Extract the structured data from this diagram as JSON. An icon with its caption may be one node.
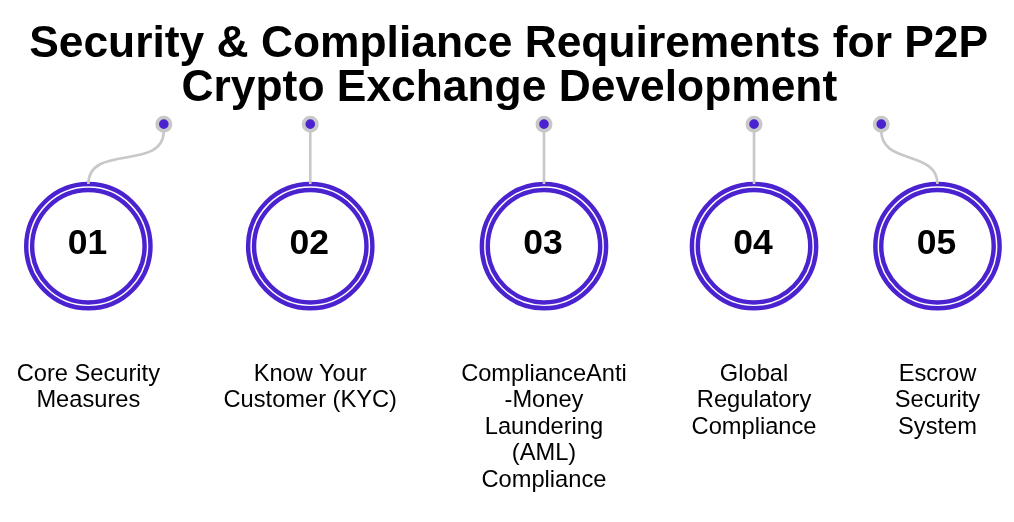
{
  "diagram": {
    "title": "Security & Compliance Requirements for P2P Crypto Exchange Development",
    "nodes": [
      {
        "text": [],
        "shape": "circle"
      },
      {
        "text": [],
        "shape": "circle"
      },
      {
        "text": [],
        "shape": "circle"
      },
      {
        "text": [],
        "shape": "circle"
      },
      {
        "text": [],
        "shape": "circle"
      },
      {
        "text": [
          "01"
        ],
        "beside": [
          "Core Security Measures"
        ]
      },
      {
        "text": [
          "02"
        ],
        "beside": [
          "Know Your Customer (KYC)"
        ]
      },
      {
        "text": [
          "03"
        ],
        "beside": [
          "ComplianceAnti -Money Laundering (AML) Compliance"
        ]
      },
      {
        "text": [
          "04"
        ],
        "beside": [
          "Global Regulatory Compliance"
        ]
      },
      {
        "text": [
          "05"
        ],
        "beside": [
          "Escrow Security System"
        ]
      }
    ],
    "edges": [
      {
        "from": 0,
        "to": 5,
        "arrow": "none"
      },
      {
        "from": 1,
        "to": 6,
        "arrow": "none"
      },
      {
        "from": 2,
        "to": 7,
        "arrow": "none"
      },
      {
        "from": 3,
        "to": 8,
        "arrow": "none"
      },
      {
        "from": 4,
        "to": 9,
        "arrow": "none"
      }
    ]
  }
}
